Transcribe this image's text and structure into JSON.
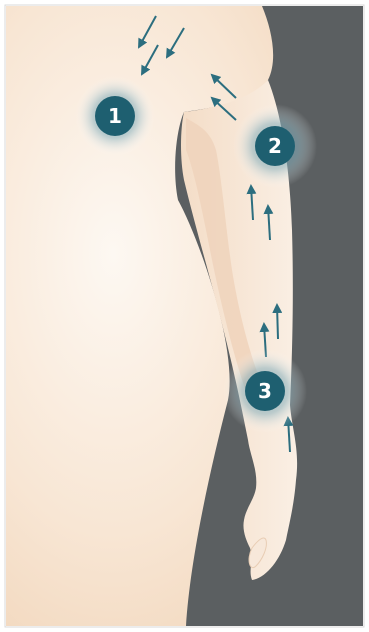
{
  "markers": [
    {
      "label": "1"
    },
    {
      "label": "2"
    },
    {
      "label": "3"
    }
  ],
  "colors": {
    "skin_light": "#fcf4ec",
    "skin_mid": "#f4dcc4",
    "arm_inner": "#efd4bd",
    "arm_fill": "#f7e8da",
    "background_dark": "#5b5f61",
    "marker_core": "#1e5f70",
    "marker_glow": "#3f7f90",
    "arrow": "#2c6e7f",
    "frame": "#d9d9d9"
  },
  "icons": {
    "arrow": "arrow-icon",
    "marker": "numbered-circle-icon"
  }
}
